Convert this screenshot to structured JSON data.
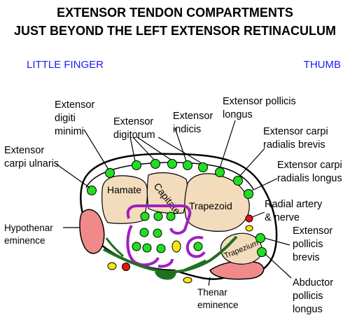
{
  "title": {
    "line1": "EXTENSOR TENDON COMPARTMENTS",
    "line2": "JUST BEYOND THE LEFT EXTENSOR RETINACULUM"
  },
  "sides": {
    "left": "LITTLE FINGER",
    "right": "THUMB"
  },
  "labels": {
    "ecu": [
      "Extensor",
      "carpi ulnaris"
    ],
    "edm": [
      "Extensor",
      "digiti",
      "minimi"
    ],
    "ed": [
      "Extensor",
      "digitorum"
    ],
    "ei": [
      "Extensor",
      "indicis"
    ],
    "epl": [
      "Extensor pollicis",
      "longus"
    ],
    "ecrb": [
      "Extensor carpi",
      "radialis brevis"
    ],
    "ecrl": [
      "Extensor carpi",
      "radialis longus"
    ],
    "radial": [
      "Radial artery",
      "& nerve"
    ],
    "epb": [
      "Extensor",
      "pollicis",
      "brevis"
    ],
    "apl": [
      "Abductor",
      "pollicis",
      "longus"
    ],
    "hypothenar": [
      "Hypothenar",
      "eminence"
    ],
    "thenar": [
      "Thenar",
      "eminence"
    ]
  },
  "bones": {
    "hamate": "Hamate",
    "capitate": "Capitate",
    "trapezoid": "Trapezoid",
    "trapezium": "Trapezium"
  },
  "colors": {
    "tendon": "#22dd22",
    "bone": "#f2dcbb",
    "flexor_sheath": "#a020c0",
    "hypothenar": "#f08a8a",
    "artery": "#ee1111",
    "nerve": "#f5e616",
    "outline": "#1f6f1f",
    "sides_text": "#1a1aff"
  }
}
